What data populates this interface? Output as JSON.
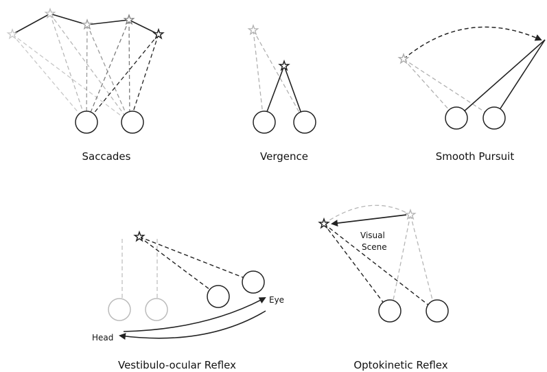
{
  "panels": {
    "saccades": {
      "caption": "Saccades"
    },
    "vergence": {
      "caption": "Vergence"
    },
    "smooth_pursuit": {
      "caption": "Smooth Pursuit"
    },
    "vor": {
      "caption": "Vestibulo-ocular Reflex",
      "eye_label": "Eye",
      "head_label": "Head"
    },
    "okr": {
      "caption": "Optokinetic Reflex",
      "scene_label_line1": "Visual",
      "scene_label_line2": "Scene"
    }
  },
  "colors": {
    "dark": "#222222",
    "mid": "#7a7a7a",
    "light": "#b8b8b8"
  }
}
